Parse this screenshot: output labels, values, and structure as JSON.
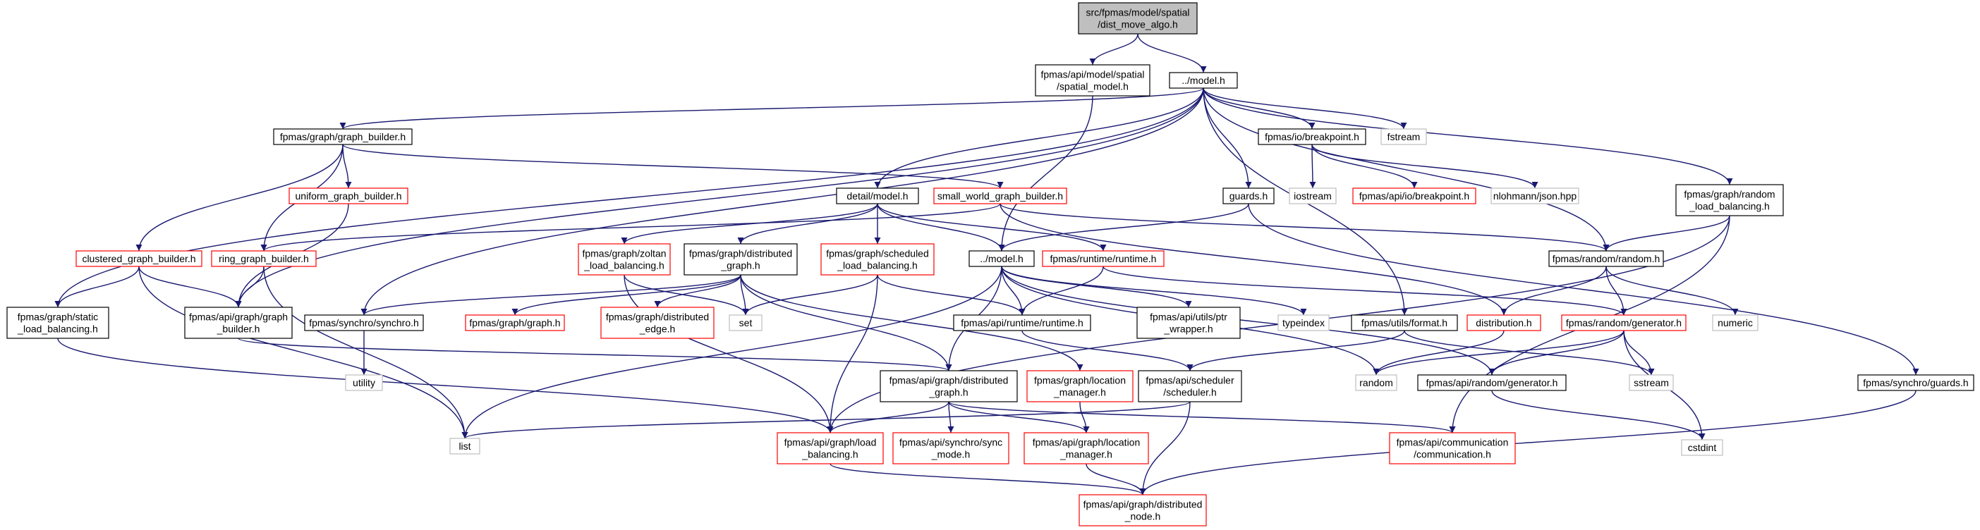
{
  "colors": {
    "edge": "#191970",
    "root_fill": "#bfbfbf",
    "normal_border": "#000000",
    "truncated_border": "#ff0000",
    "system_border": "#bfbfbf",
    "node_fill": "#ffffff"
  },
  "nodes": [
    {
      "id": "root",
      "lines": [
        "src/fpmas/model/spatial",
        "/dist_move_algo.h"
      ],
      "style": "root"
    },
    {
      "id": "spatial_model",
      "lines": [
        "fpmas/api/model/spatial",
        "/spatial_model.h"
      ],
      "style": "normal"
    },
    {
      "id": "model_h",
      "lines": [
        "../model.h"
      ],
      "style": "normal"
    },
    {
      "id": "graph_builder",
      "lines": [
        "fpmas/graph/graph_builder.h"
      ],
      "style": "normal"
    },
    {
      "id": "breakpoint_io",
      "lines": [
        "fpmas/io/breakpoint.h"
      ],
      "style": "normal"
    },
    {
      "id": "fstream",
      "lines": [
        "fstream"
      ],
      "style": "system"
    },
    {
      "id": "random_lb",
      "lines": [
        "fpmas/graph/random",
        "_load_balancing.h"
      ],
      "style": "normal"
    },
    {
      "id": "uniform_gb",
      "lines": [
        "uniform_graph_builder.h"
      ],
      "style": "truncated"
    },
    {
      "id": "detail_model",
      "lines": [
        "detail/model.h"
      ],
      "style": "normal"
    },
    {
      "id": "small_world",
      "lines": [
        "small_world_graph_builder.h"
      ],
      "style": "truncated"
    },
    {
      "id": "guards_h",
      "lines": [
        "guards.h"
      ],
      "style": "normal"
    },
    {
      "id": "iostream",
      "lines": [
        "iostream"
      ],
      "style": "system"
    },
    {
      "id": "api_breakpoint",
      "lines": [
        "fpmas/api/io/breakpoint.h"
      ],
      "style": "truncated"
    },
    {
      "id": "json",
      "lines": [
        "nlohmann/json.hpp"
      ],
      "style": "system"
    },
    {
      "id": "clustered",
      "lines": [
        "clustered_graph_builder.h"
      ],
      "style": "truncated"
    },
    {
      "id": "ring",
      "lines": [
        "ring_graph_builder.h"
      ],
      "style": "truncated"
    },
    {
      "id": "zoltan",
      "lines": [
        "fpmas/graph/zoltan",
        "_load_balancing.h"
      ],
      "style": "truncated"
    },
    {
      "id": "dist_graph",
      "lines": [
        "fpmas/graph/distributed",
        "_graph.h"
      ],
      "style": "normal"
    },
    {
      "id": "sched_lb",
      "lines": [
        "fpmas/graph/scheduled",
        "_load_balancing.h"
      ],
      "style": "truncated"
    },
    {
      "id": "dotdot_model",
      "lines": [
        "../model.h"
      ],
      "style": "normal"
    },
    {
      "id": "runtime_rt",
      "lines": [
        "fpmas/runtime/runtime.h"
      ],
      "style": "truncated"
    },
    {
      "id": "random_random",
      "lines": [
        "fpmas/random/random.h"
      ],
      "style": "normal"
    },
    {
      "id": "static_lb",
      "lines": [
        "fpmas/graph/static",
        "_load_balancing.h"
      ],
      "style": "normal"
    },
    {
      "id": "api_graph_builder",
      "lines": [
        "fpmas/api/graph/graph",
        "_builder.h"
      ],
      "style": "normal"
    },
    {
      "id": "synchro",
      "lines": [
        "fpmas/synchro/synchro.h"
      ],
      "style": "normal"
    },
    {
      "id": "graph_h",
      "lines": [
        "fpmas/graph/graph.h"
      ],
      "style": "truncated"
    },
    {
      "id": "dist_edge",
      "lines": [
        "fpmas/graph/distributed",
        "_edge.h"
      ],
      "style": "truncated"
    },
    {
      "id": "set",
      "lines": [
        "set"
      ],
      "style": "system"
    },
    {
      "id": "api_runtime",
      "lines": [
        "fpmas/api/runtime/runtime.h"
      ],
      "style": "normal"
    },
    {
      "id": "ptr_wrapper",
      "lines": [
        "fpmas/api/utils/ptr",
        "_wrapper.h"
      ],
      "style": "normal"
    },
    {
      "id": "typeindex",
      "lines": [
        "typeindex"
      ],
      "style": "system"
    },
    {
      "id": "utils_format",
      "lines": [
        "fpmas/utils/format.h"
      ],
      "style": "normal"
    },
    {
      "id": "distribution",
      "lines": [
        "distribution.h"
      ],
      "style": "truncated"
    },
    {
      "id": "generator",
      "lines": [
        "fpmas/random/generator.h"
      ],
      "style": "truncated"
    },
    {
      "id": "numeric",
      "lines": [
        "numeric"
      ],
      "style": "system"
    },
    {
      "id": "utility",
      "lines": [
        "utility"
      ],
      "style": "system"
    },
    {
      "id": "api_dist_graph",
      "lines": [
        "fpmas/api/graph/distributed",
        "_graph.h"
      ],
      "style": "normal"
    },
    {
      "id": "loc_manager",
      "lines": [
        "fpmas/graph/location",
        "_manager.h"
      ],
      "style": "truncated"
    },
    {
      "id": "scheduler",
      "lines": [
        "fpmas/api/scheduler",
        "/scheduler.h"
      ],
      "style": "normal"
    },
    {
      "id": "random_std",
      "lines": [
        "random"
      ],
      "style": "system"
    },
    {
      "id": "api_generator",
      "lines": [
        "fpmas/api/random/generator.h"
      ],
      "style": "normal"
    },
    {
      "id": "sstream",
      "lines": [
        "sstream"
      ],
      "style": "system"
    },
    {
      "id": "synchro_guards",
      "lines": [
        "fpmas/synchro/guards.h"
      ],
      "style": "normal"
    },
    {
      "id": "list",
      "lines": [
        "list"
      ],
      "style": "system"
    },
    {
      "id": "api_load_balancing",
      "lines": [
        "fpmas/api/graph/load",
        "_balancing.h"
      ],
      "style": "truncated"
    },
    {
      "id": "sync_mode",
      "lines": [
        "fpmas/api/synchro/sync",
        "_mode.h"
      ],
      "style": "truncated"
    },
    {
      "id": "api_loc_manager",
      "lines": [
        "fpmas/api/graph/location",
        "_manager.h"
      ],
      "style": "truncated"
    },
    {
      "id": "communication",
      "lines": [
        "fpmas/api/communication",
        "/communication.h"
      ],
      "style": "truncated"
    },
    {
      "id": "cstdint",
      "lines": [
        "cstdint"
      ],
      "style": "system"
    },
    {
      "id": "dist_node",
      "lines": [
        "fpmas/api/graph/distributed",
        "_node.h"
      ],
      "style": "truncated"
    }
  ],
  "edges": [
    [
      "root",
      "spatial_model"
    ],
    [
      "root",
      "model_h"
    ],
    [
      "spatial_model",
      "dotdot_model"
    ],
    [
      "model_h",
      "graph_builder"
    ],
    [
      "model_h",
      "breakpoint_io"
    ],
    [
      "model_h",
      "fstream"
    ],
    [
      "model_h",
      "random_lb"
    ],
    [
      "model_h",
      "detail_model"
    ],
    [
      "model_h",
      "guards_h"
    ],
    [
      "model_h",
      "static_lb"
    ],
    [
      "model_h",
      "api_graph_builder"
    ],
    [
      "model_h",
      "synchro"
    ],
    [
      "model_h",
      "utils_format"
    ],
    [
      "model_h",
      "random_random"
    ],
    [
      "graph_builder",
      "uniform_gb"
    ],
    [
      "graph_builder",
      "small_world"
    ],
    [
      "graph_builder",
      "clustered"
    ],
    [
      "graph_builder",
      "ring"
    ],
    [
      "breakpoint_io",
      "iostream"
    ],
    [
      "breakpoint_io",
      "api_breakpoint"
    ],
    [
      "breakpoint_io",
      "json"
    ],
    [
      "random_lb",
      "random_random"
    ],
    [
      "random_lb",
      "api_load_balancing"
    ],
    [
      "random_lb",
      "communication"
    ],
    [
      "uniform_gb",
      "api_graph_builder"
    ],
    [
      "detail_model",
      "zoltan"
    ],
    [
      "detail_model",
      "dist_graph"
    ],
    [
      "detail_model",
      "sched_lb"
    ],
    [
      "detail_model",
      "dotdot_model"
    ],
    [
      "detail_model",
      "runtime_rt"
    ],
    [
      "small_world",
      "ring"
    ],
    [
      "small_world",
      "random_random"
    ],
    [
      "small_world",
      "distribution"
    ],
    [
      "guards_h",
      "dotdot_model"
    ],
    [
      "guards_h",
      "synchro_guards"
    ],
    [
      "clustered",
      "static_lb"
    ],
    [
      "clustered",
      "api_graph_builder"
    ],
    [
      "clustered",
      "list"
    ],
    [
      "ring",
      "api_graph_builder"
    ],
    [
      "ring",
      "list"
    ],
    [
      "zoltan",
      "set"
    ],
    [
      "zoltan",
      "api_load_balancing"
    ],
    [
      "dist_graph",
      "synchro"
    ],
    [
      "dist_graph",
      "graph_h"
    ],
    [
      "dist_graph",
      "dist_edge"
    ],
    [
      "dist_graph",
      "set"
    ],
    [
      "dist_graph",
      "api_dist_graph"
    ],
    [
      "dist_graph",
      "loc_manager"
    ],
    [
      "sched_lb",
      "set"
    ],
    [
      "sched_lb",
      "api_runtime"
    ],
    [
      "sched_lb",
      "api_load_balancing"
    ],
    [
      "dotdot_model",
      "api_runtime"
    ],
    [
      "dotdot_model",
      "ptr_wrapper"
    ],
    [
      "dotdot_model",
      "typeindex"
    ],
    [
      "dotdot_model",
      "api_dist_graph"
    ],
    [
      "dotdot_model",
      "random_std"
    ],
    [
      "dotdot_model",
      "api_generator"
    ],
    [
      "dotdot_model",
      "list"
    ],
    [
      "runtime_rt",
      "api_runtime"
    ],
    [
      "runtime_rt",
      "generator"
    ],
    [
      "random_random",
      "distribution"
    ],
    [
      "random_random",
      "generator"
    ],
    [
      "random_random",
      "numeric"
    ],
    [
      "static_lb",
      "api_load_balancing"
    ],
    [
      "api_graph_builder",
      "api_dist_graph"
    ],
    [
      "synchro",
      "utility"
    ],
    [
      "api_runtime",
      "scheduler"
    ],
    [
      "utils_format",
      "scheduler"
    ],
    [
      "utils_format",
      "sstream"
    ],
    [
      "distribution",
      "random_std"
    ],
    [
      "generator",
      "random_std"
    ],
    [
      "generator",
      "api_generator"
    ],
    [
      "generator",
      "sstream"
    ],
    [
      "generator",
      "cstdint"
    ],
    [
      "api_dist_graph",
      "api_load_balancing"
    ],
    [
      "api_dist_graph",
      "sync_mode"
    ],
    [
      "api_dist_graph",
      "api_loc_manager"
    ],
    [
      "api_dist_graph",
      "communication"
    ],
    [
      "loc_manager",
      "api_loc_manager"
    ],
    [
      "scheduler",
      "list"
    ],
    [
      "scheduler",
      "dist_node"
    ],
    [
      "api_generator",
      "cstdint"
    ],
    [
      "synchro_guards",
      "dist_node"
    ],
    [
      "api_load_balancing",
      "dist_node"
    ],
    [
      "api_loc_manager",
      "dist_node"
    ]
  ]
}
